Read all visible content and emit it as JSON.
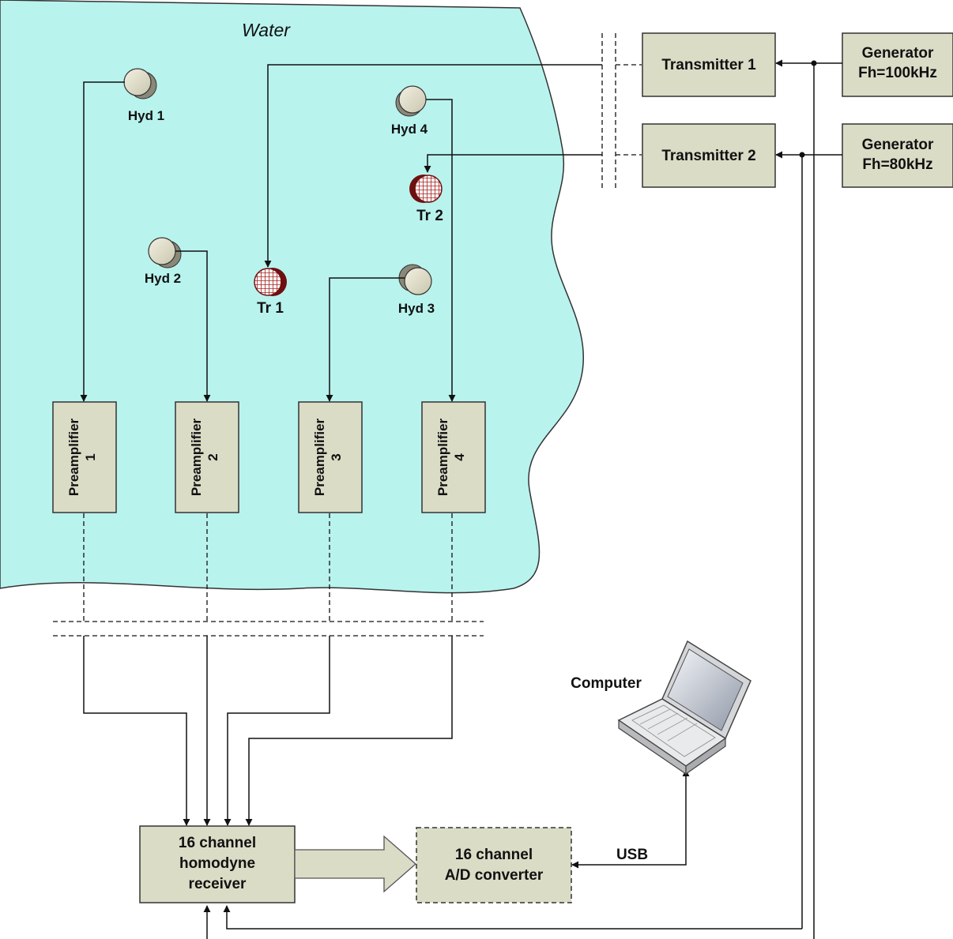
{
  "water": {
    "label": "Water"
  },
  "hydrophones": [
    {
      "id": "hyd1",
      "label": "Hyd 1"
    },
    {
      "id": "hyd2",
      "label": "Hyd 2"
    },
    {
      "id": "hyd3",
      "label": "Hyd 3"
    },
    {
      "id": "hyd4",
      "label": "Hyd 4"
    }
  ],
  "transducers": [
    {
      "id": "tr1",
      "label": "Tr 1"
    },
    {
      "id": "tr2",
      "label": "Tr 2"
    }
  ],
  "transmitters": [
    {
      "id": "tx1",
      "label": "Transmitter 1"
    },
    {
      "id": "tx2",
      "label": "Transmitter 2"
    }
  ],
  "generators": [
    {
      "id": "gen1",
      "line1": "Generator",
      "line2": "Fh=100kHz"
    },
    {
      "id": "gen2",
      "line1": "Generator",
      "line2": "Fh=80kHz"
    }
  ],
  "preamplifiers": [
    {
      "id": "pre1",
      "line1": "Preamplifier",
      "line2": "1"
    },
    {
      "id": "pre2",
      "line1": "Preamplifier",
      "line2": "2"
    },
    {
      "id": "pre3",
      "line1": "Preamplifier",
      "line2": "3"
    },
    {
      "id": "pre4",
      "line1": "Preamplifier",
      "line2": "4"
    }
  ],
  "receiver": {
    "line1": "16 channel",
    "line2": "homodyne",
    "line3": "receiver"
  },
  "adc": {
    "line1": "16 channel",
    "line2": "A/D converter"
  },
  "computer": {
    "label": "Computer"
  },
  "usb": {
    "label": "USB"
  },
  "colors": {
    "water": "#b9f3ee",
    "box_fill": "#dadcc6",
    "tr_red": "#8b1a1a",
    "hyd_fill": "#dcd9c4"
  }
}
